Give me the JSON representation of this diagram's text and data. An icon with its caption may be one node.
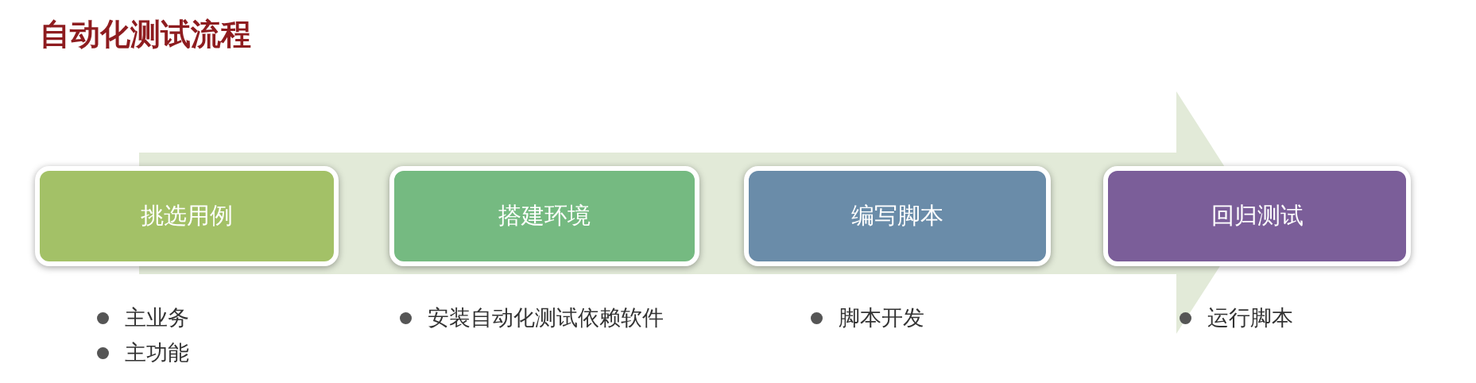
{
  "diagram": {
    "title": "自动化测试流程",
    "nodes": [
      {
        "text": [
          "挑选用例"
        ],
        "beside": [
          "主业务",
          "主功能"
        ]
      },
      {
        "text": [
          "搭建环境"
        ],
        "beside": [
          "安装自动化测试依赖软件"
        ]
      },
      {
        "text": [
          "编写脚本"
        ],
        "beside": [
          "脚本开发"
        ]
      },
      {
        "text": [
          "回归测试"
        ],
        "beside": [
          "运行脚本"
        ]
      }
    ],
    "edges": []
  }
}
